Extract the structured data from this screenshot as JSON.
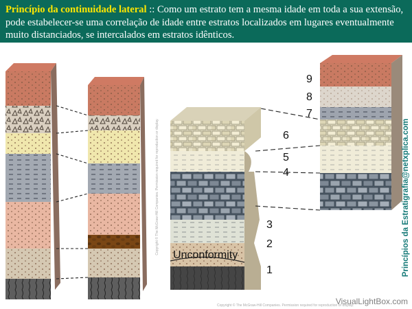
{
  "banner": {
    "title": "Princípio da continuidade lateral",
    "separator": " :: ",
    "text": "Como um estrato tem a mesma idade em toda a sua extensão, pode estabelecer-se uma correlação de idade entre estratos localizados em lugares eventualmente muito distanciados, se intercalados em estratos idênticos."
  },
  "labels": {
    "layer_numbers": [
      "1",
      "2",
      "3",
      "4",
      "5",
      "6",
      "7",
      "8",
      "9"
    ],
    "unconformity": "Unconformity"
  },
  "credits": {
    "side": "Princípios da Estratigrafia@netxplica.com",
    "copyright_vertical": "Copyright © The McGraw-Hill Companies. Permission required for reproduction or display.",
    "copyright_bottom": "Copyright © The McGraw-Hill Companies. Permission required for reproduction or display.",
    "watermark": "VisualLightBox.com"
  },
  "colors": {
    "banner_bg": "#0b6a5a",
    "title": "#ffe600",
    "credit": "#167a78"
  }
}
